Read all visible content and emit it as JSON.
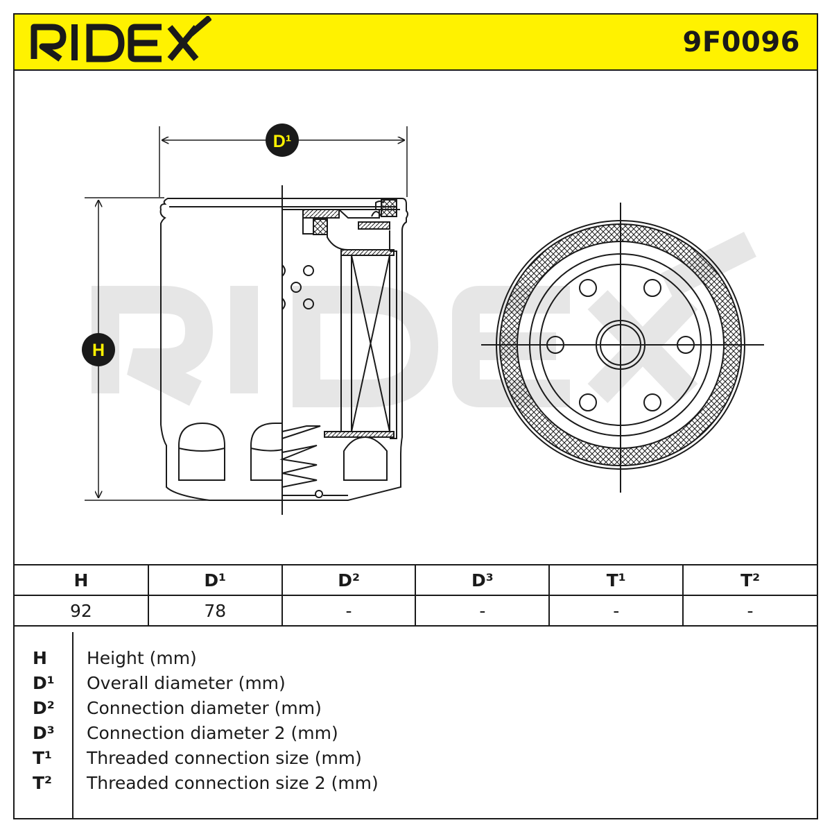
{
  "brand": "RIDEX",
  "part_number": "9F0096",
  "diagram": {
    "label_d1": "D¹",
    "label_h": "H"
  },
  "table": {
    "headers": [
      "H",
      "D¹",
      "D²",
      "D³",
      "T¹",
      "T²"
    ],
    "values": [
      "92",
      "78",
      "-",
      "-",
      "-",
      "-"
    ]
  },
  "legend": [
    {
      "symbol": "H",
      "description": "Height (mm)"
    },
    {
      "symbol": "D¹",
      "description": "Overall diameter (mm)"
    },
    {
      "symbol": "D²",
      "description": "Connection diameter (mm)"
    },
    {
      "symbol": "D³",
      "description": "Connection diameter 2 (mm)"
    },
    {
      "symbol": "T¹",
      "description": "Threaded connection size (mm)"
    },
    {
      "symbol": "T²",
      "description": "Threaded connection size 2 (mm)"
    }
  ],
  "colors": {
    "header_bg": "#fff200",
    "ink": "#1a1a1a",
    "badge_text": "#fff200",
    "watermark": "#e6e6e6"
  }
}
